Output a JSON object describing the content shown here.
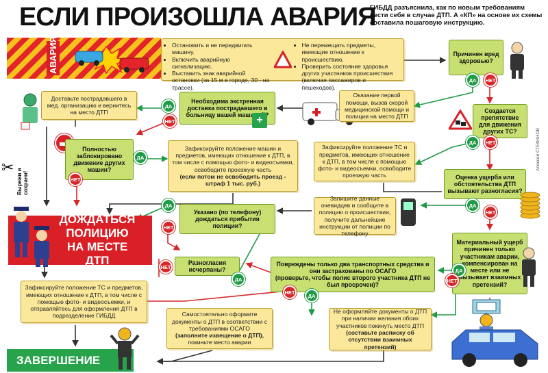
{
  "header": {
    "title": "ЕСЛИ ПРОИЗОШЛА АВАРИЯ",
    "intro": "ГИБДД разъяснила, как по новым требованиям вести себя в случае ДТП. А «КП» на основе их схемы составила пошаговую инструкцию."
  },
  "banner": {
    "label": "АВАРИЯ"
  },
  "first_steps": {
    "left": [
      "Остановить и не передвигать машину.",
      "Включить аварийную сигнализацию.",
      "Выставить знак аварийной остановки (за 15 м в городе, 30 - на трассе)."
    ],
    "right": [
      "Не перемещать предметы, имеющие отношение к происшествию.",
      "Проверить состояние здоровья других участников происшествия (включая пассажиров и пешеходов)."
    ]
  },
  "nodes": {
    "harm": "Причинен вред здоровью?",
    "first_aid": "Оказание первой помощи, вызов скорой медицинской помощи и полиции на место ДТП",
    "deliver": "Необходима экстренная доставка пострадавшего в больницу вашей машиной?",
    "return": "Доставьте пострадавшего в мед. организацию и вернитесь на место ДТП",
    "blocked": "Полностью заблокировано движение других машин?",
    "fix_a": "Зафиксируйте положение машин и предметов, имеющих отношение к ДТП, в том числе с помощью фото- и видеосъемки, освободите проезжую часть",
    "fix_a_bold": "(если потом не освободить проезд - штраф 1 тыс. руб.)",
    "obstacle": "Создается препятствие для движения других ТС?",
    "fix_b": "Зафиксируйте положение ТС и предметов, имеющих отношение к ДТП, в том числе с помощью фото- и видеосъемки, освободите проезжую часть",
    "damage": "Оценка ущерба или обстоятельства ДТП вызывают разногласия?",
    "witness": "Запишите данные очевидцев и сообщите в полицию о происшествии, получите дальнейшие инструкции от полиции по телефону",
    "wait_told": "Указано (по телефону) дождаться прибытия полиции?",
    "wait_police": "ДОЖДАТЬСЯ ПОЛИЦИЮ НА МЕСТЕ ДТП",
    "material": "Материальный ущерб причинен только участникам аварии, компенсирован на месте или не вызывает взаимных претензий?",
    "two_cars": "Повреждены только два транспортных средства и они застрахованы по ОСАГО",
    "two_cars_check": "(проверьте, чтобы полис второго участника ДТП не был просрочен)?",
    "disputes": "Разногласия исчерпаны?",
    "fix_c": "Зафиксируйте положение ТС и предметов, имеющих отношение к ДТП, в том числе с помощью фото- и видеосъемки, и отправляйтесь для оформления ДТП в подразделение ГИБДД",
    "self_doc": "Самостоятельно оформите документы о ДТП в соответствии с требованиями ОСАГО",
    "self_doc_bold": "(заполните извещение о ДТП),",
    "self_doc_end": "покиньте место аварии",
    "no_doc": "Не оформляйте документы о ДТП при наличии желания обоих участников покинуть место ДТП",
    "no_doc_bold": "(составьте расписку об отсутствии взаимных претензий)",
    "finish": "ЗАВЕРШЕНИЕ"
  },
  "labels": {
    "yes": "ДА",
    "no": "НЕТ"
  },
  "side_note": "Вырежи и сохрани!",
  "credit": "Алексей СТЕФАНОВ",
  "colors": {
    "accent_red": "#d92027",
    "box_yellow": "#fbe89a",
    "box_green": "#c7e071",
    "arrow_yes": "#1f9a45",
    "arrow_no": "#d62628",
    "finish_green": "#26a34b"
  }
}
